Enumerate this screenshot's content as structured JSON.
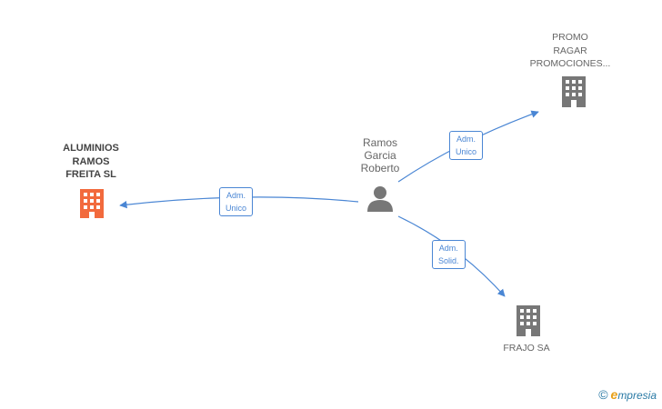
{
  "center": {
    "name_lines": [
      "Ramos",
      "Garcia",
      "Roberto"
    ]
  },
  "companies": {
    "main": {
      "name_lines": [
        "ALUMINIOS",
        "RAMOS",
        "FREITA SL"
      ]
    },
    "promo": {
      "name_lines": [
        "PROMO",
        "RAGAR",
        "PROMOCIONES..."
      ]
    },
    "frajo": {
      "name_lines": [
        "FRAJO SA"
      ]
    }
  },
  "edges": {
    "main": {
      "lines": [
        "Adm.",
        "Unico"
      ]
    },
    "promo": {
      "lines": [
        "Adm.",
        "Unico"
      ]
    },
    "frajo": {
      "lines": [
        "Adm.",
        "Solid."
      ]
    }
  },
  "colors": {
    "edge": "#4a86d4",
    "highlight_company": "#f26a3d",
    "company": "#777777",
    "person": "#777777"
  },
  "brand": {
    "copyright": "©",
    "logo_first": "e",
    "logo_rest": "mpresia"
  }
}
